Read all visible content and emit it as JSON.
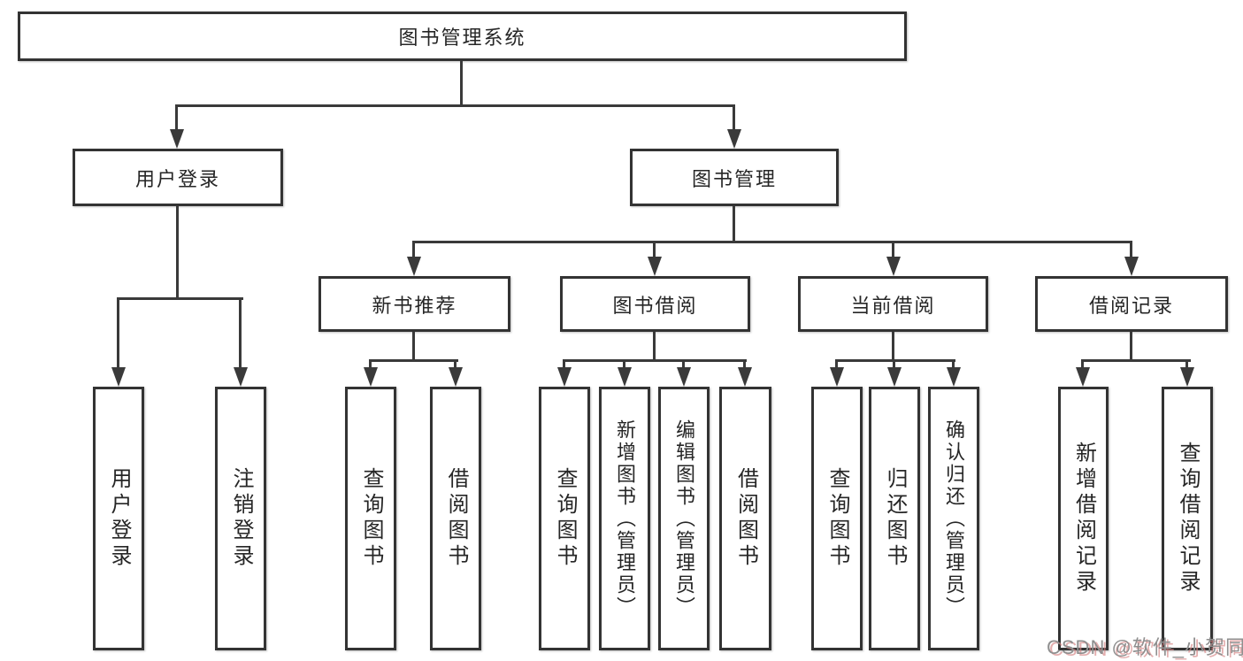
{
  "diagram": {
    "type": "function-structure-tree",
    "colors": {
      "background": "#ffffff",
      "box_border": "#333333",
      "line": "#3a3a3a",
      "text": "#262626",
      "watermark_gray": "#8f8f8f",
      "watermark_red": "#d68282"
    },
    "nodes": {
      "root": {
        "label": "图书管理系统"
      },
      "level2": [
        {
          "id": "user-login",
          "label": "用户登录",
          "parent": "root"
        },
        {
          "id": "book-management",
          "label": "图书管理",
          "parent": "root"
        }
      ],
      "level3": [
        {
          "id": "new-book-recommend",
          "label": "新书推荐",
          "parent": "book-management"
        },
        {
          "id": "book-borrowing",
          "label": "图书借阅",
          "parent": "book-management"
        },
        {
          "id": "current-borrowing",
          "label": "当前借阅",
          "parent": "book-management"
        },
        {
          "id": "borrowing-records",
          "label": "借阅记录",
          "parent": "book-management"
        }
      ],
      "leaves": [
        {
          "label": "用户登录",
          "parent": "user-login"
        },
        {
          "label": "注销登录",
          "parent": "user-login"
        },
        {
          "label": "查询图书",
          "parent": "new-book-recommend"
        },
        {
          "label": "借阅图书",
          "parent": "new-book-recommend"
        },
        {
          "label": "查询图书",
          "parent": "book-borrowing"
        },
        {
          "label": "新增图书（管理员）",
          "parent": "book-borrowing"
        },
        {
          "label": "编辑图书（管理员）",
          "parent": "book-borrowing"
        },
        {
          "label": "借阅图书",
          "parent": "book-borrowing"
        },
        {
          "label": "查询图书",
          "parent": "current-borrowing"
        },
        {
          "label": "归还图书",
          "parent": "current-borrowing"
        },
        {
          "label": "确认归还（管理员）",
          "parent": "current-borrowing"
        },
        {
          "label": "新增借阅记录",
          "parent": "borrowing-records"
        },
        {
          "label": "查询借阅记录",
          "parent": "borrowing-records"
        }
      ]
    },
    "watermark": "CSDN @软件_小贺同学"
  }
}
